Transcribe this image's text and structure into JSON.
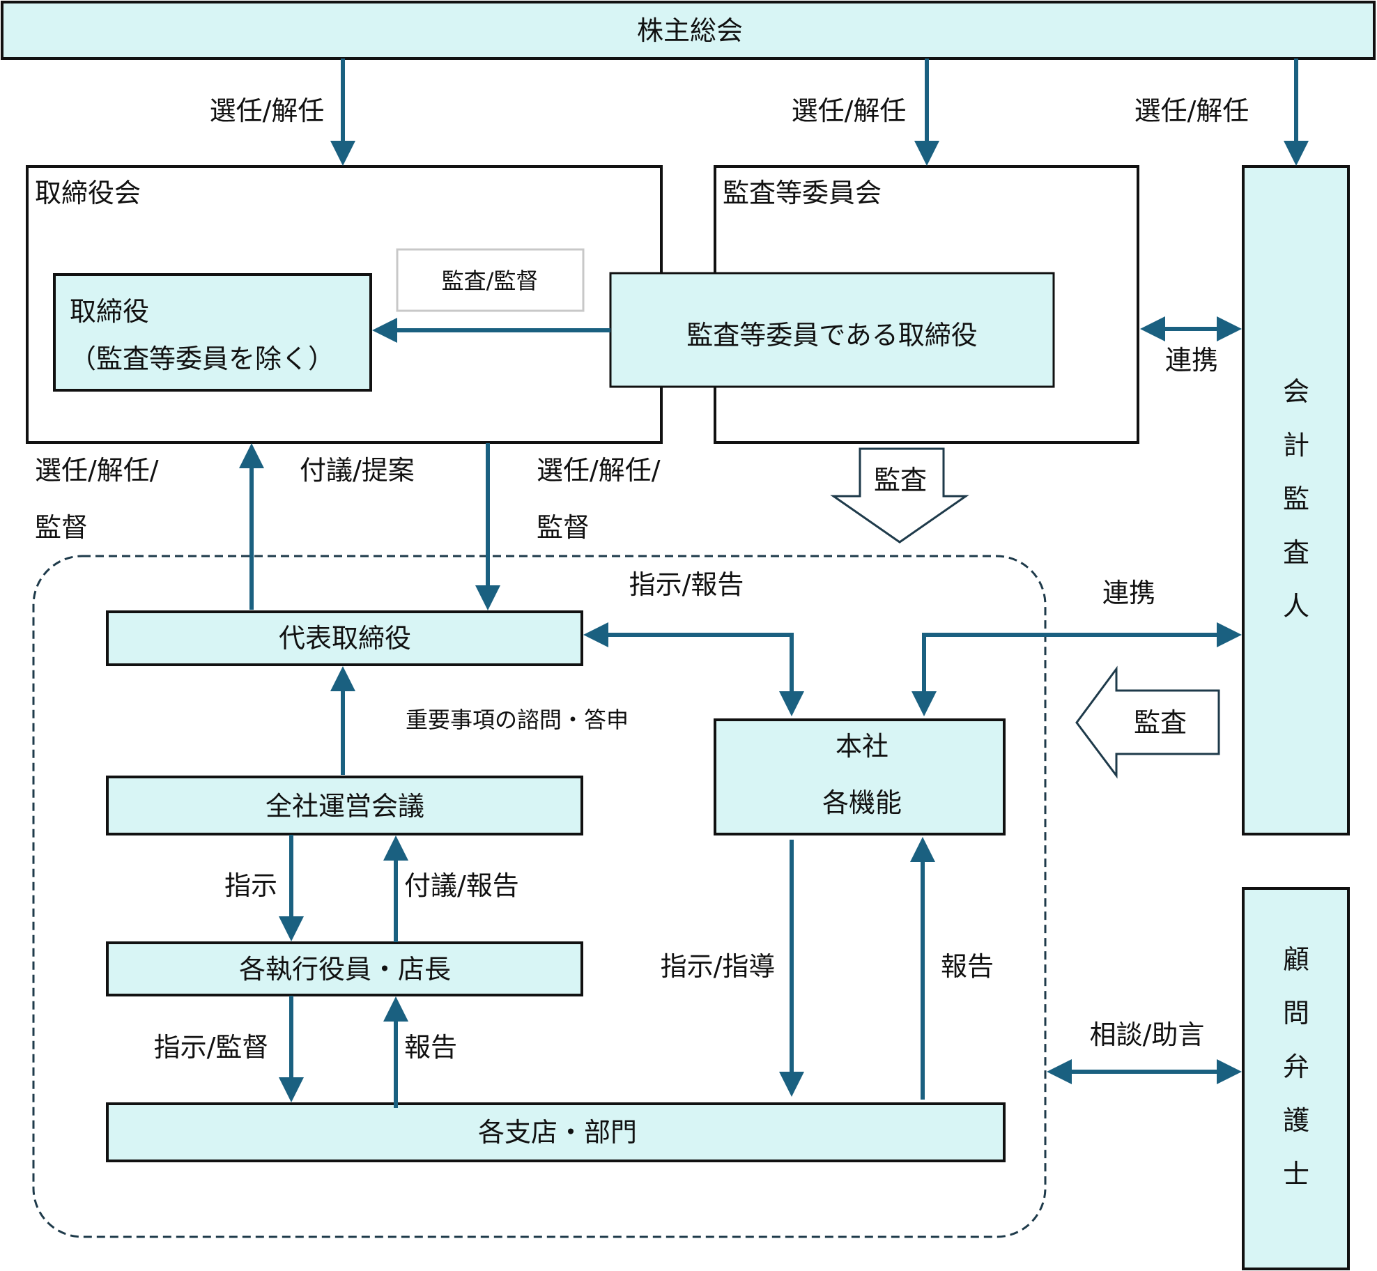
{
  "colors": {
    "box_fill": "#d8f5f5",
    "arrow": "#1a6080",
    "border": "#111111",
    "dashed": "#1e3a4a",
    "grey_border": "#c8c8c8"
  },
  "nodes": {
    "shareholders_meeting": "株主総会",
    "board_of_directors": "取締役会",
    "directors_excluding_committee": [
      "取締役",
      "（監査等委員を除く）"
    ],
    "audit_committee": "監査等委員会",
    "committee_member_directors": "監査等委員である取締役",
    "audit_supervision_note": "監査/監督",
    "accounting_auditor": [
      "会",
      "計",
      "監",
      "査",
      "人"
    ],
    "legal_advisor": [
      "顧",
      "問",
      "弁",
      "護",
      "士"
    ],
    "representative_director": "代表取締役",
    "management_meeting": "全社運営会議",
    "executive_officers": "各執行役員・店長",
    "head_office": [
      "本社",
      "各機能"
    ],
    "branches_departments": "各支店・部門"
  },
  "labels": {
    "elect_dismiss_board": "選任/解任",
    "elect_dismiss_committee": "選任/解任",
    "elect_dismiss_auditor": "選任/解任",
    "board_to_rep": [
      "選任/解任/",
      "監督"
    ],
    "rep_proposal": "付議/提案",
    "committee_to_rep": [
      "選任/解任/",
      "監督"
    ],
    "audit_down": "監査",
    "cooperation_top": "連携",
    "instruction_report": "指示/報告",
    "cooperation_mid": "連携",
    "audit_left": "監査",
    "consultation": "重要事項の諮問・答申",
    "instruction": "指示",
    "proposal_report": "付議/報告",
    "instruction_supervision": "指示/監督",
    "report_left": "報告",
    "instruction_guidance": "指示/指導",
    "report_right": "報告",
    "consult_advice": "相談/助言"
  }
}
